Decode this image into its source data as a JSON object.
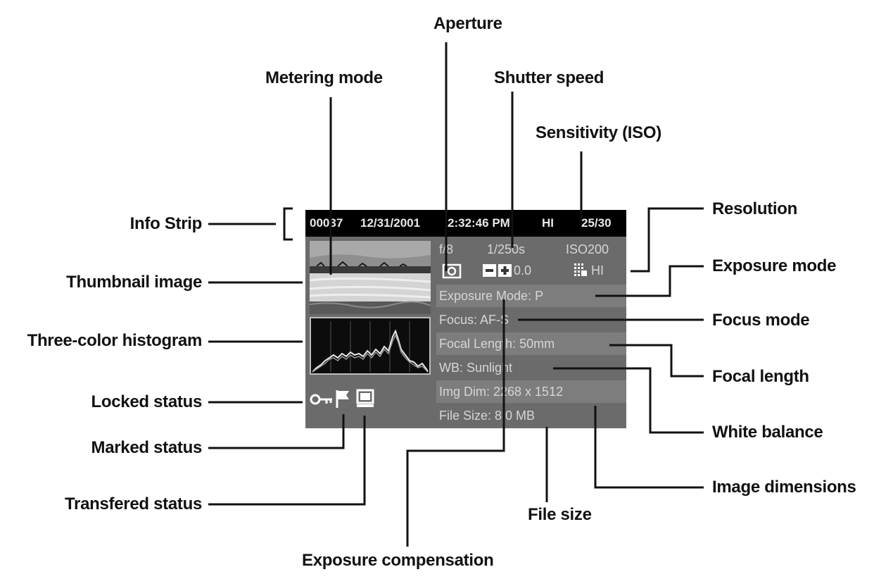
{
  "callouts": {
    "aperture": "Aperture",
    "metering_mode": "Metering mode",
    "shutter_speed": "Shutter speed",
    "sensitivity": "Sensitivity (ISO)",
    "info_strip": "Info Strip",
    "resolution": "Resolution",
    "exposure_mode": "Exposure mode",
    "thumbnail_image": "Thumbnail image",
    "focus_mode": "Focus mode",
    "histogram": "Three-color histogram",
    "focal_length": "Focal length",
    "locked_status": "Locked status",
    "white_balance": "White balance",
    "marked_status": "Marked status",
    "image_dimensions": "Image dimensions",
    "transfered_status": "Transfered status",
    "file_size": "File size",
    "exposure_compensation": "Exposure compensation"
  },
  "screen": {
    "strip": {
      "frame": "00037",
      "date": "12/31/2001",
      "time": "2:32:46 PM",
      "quality": "HI",
      "count": "25/30"
    },
    "exposure": {
      "aperture": "f/8",
      "shutter": "1/250s",
      "iso": "ISO200"
    },
    "comp_value": "0.0",
    "resolution_value": "HI",
    "rows": {
      "exposure_mode": "Exposure Mode: P",
      "focus": "Focus: AF-S",
      "focal_length": "Focal Length: 50mm",
      "wb": "WB: Sunlight",
      "img_dim": "Img Dim: 2268 x 1512",
      "file_size": "File Size: 8.0 MB"
    },
    "icons": [
      "metering-icon",
      "exposure-comp-icon",
      "resolution-icon",
      "key-icon",
      "flag-icon",
      "transfer-icon"
    ]
  }
}
